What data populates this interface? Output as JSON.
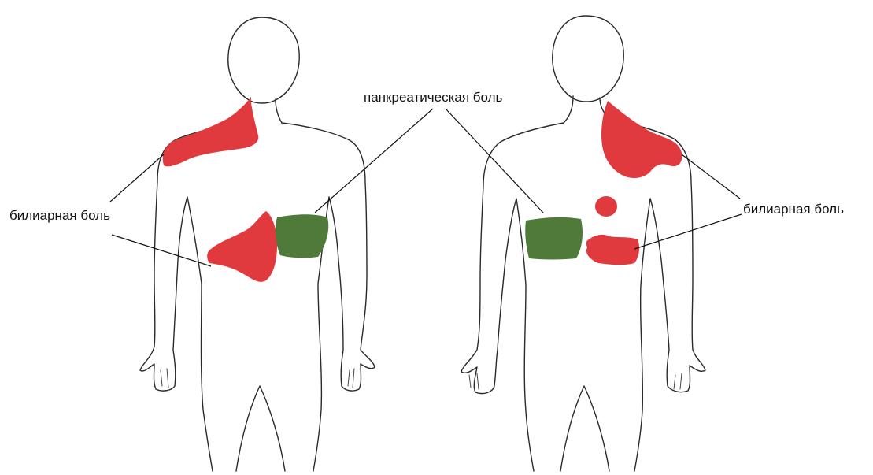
{
  "labels": {
    "pancreatic": "панкреатическая боль",
    "biliary_left": "билиарная боль",
    "biliary_right": "билиарная боль"
  },
  "colors": {
    "biliary_zone": "#e03a3e",
    "pancreatic_zone": "#4f7a3a",
    "outline": "#2a2a2a",
    "leader": "#111111"
  },
  "legend_mapping": {
    "biliary_zone_color": "red",
    "pancreatic_zone_color": "green"
  }
}
